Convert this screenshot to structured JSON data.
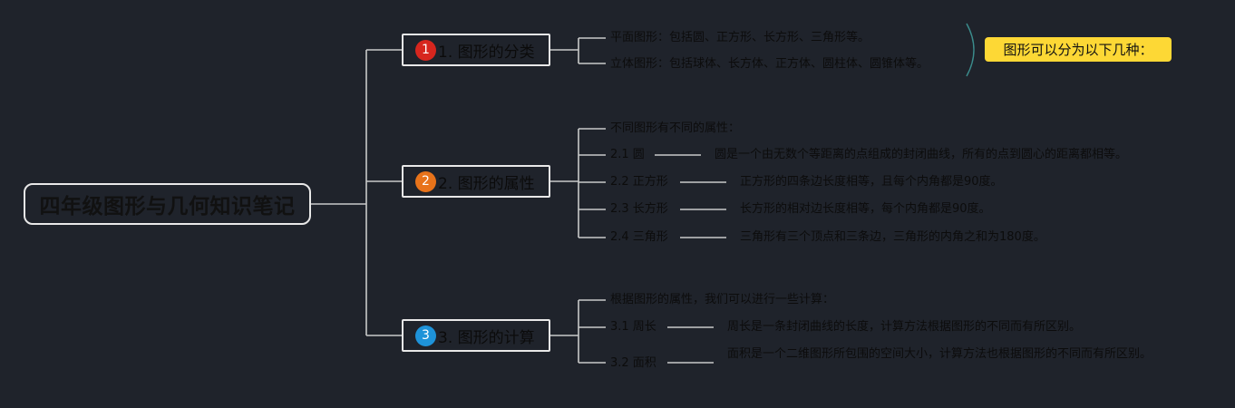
{
  "root": {
    "title": "四年级图形与几何知识笔记"
  },
  "colors": {
    "background": "#1f232b",
    "line": "#c9c9c9",
    "badge1": "#d7261e",
    "badge2": "#e8731a",
    "badge3": "#1e93d9",
    "callout": "#fdd835"
  },
  "branches": [
    {
      "number": "1",
      "label": "1. 图形的分类",
      "items": [
        {
          "text": "平面图形：包括圆、正方形、长方形、三角形等。"
        },
        {
          "text": "立体图形：包括球体、长方体、正方体、圆柱体、圆锥体等。"
        }
      ],
      "callout": "图形可以分为以下几种："
    },
    {
      "number": "2",
      "label": "2. 图形的属性",
      "intro": "不同图形有不同的属性：",
      "items": [
        {
          "term": "2.1 圆",
          "desc": "圆是一个由无数个等距离的点组成的封闭曲线，所有的点到圆心的距离都相等。"
        },
        {
          "term": "2.2 正方形",
          "desc": "正方形的四条边长度相等，且每个内角都是90度。"
        },
        {
          "term": "2.3 长方形",
          "desc": "长方形的相对边长度相等，每个内角都是90度。"
        },
        {
          "term": "2.4 三角形",
          "desc": "三角形有三个顶点和三条边，三角形的内角之和为180度。"
        }
      ]
    },
    {
      "number": "3",
      "label": "3. 图形的计算",
      "intro": "根据图形的属性，我们可以进行一些计算：",
      "items": [
        {
          "term": "3.1 周长",
          "desc": "周长是一条封闭曲线的长度，计算方法根据图形的不同而有所区别。"
        },
        {
          "term": "3.2 面积",
          "desc": "面积是一个二维图形所包围的空间大小，计算方法也根据图形的不同而有所区别。"
        }
      ]
    }
  ]
}
